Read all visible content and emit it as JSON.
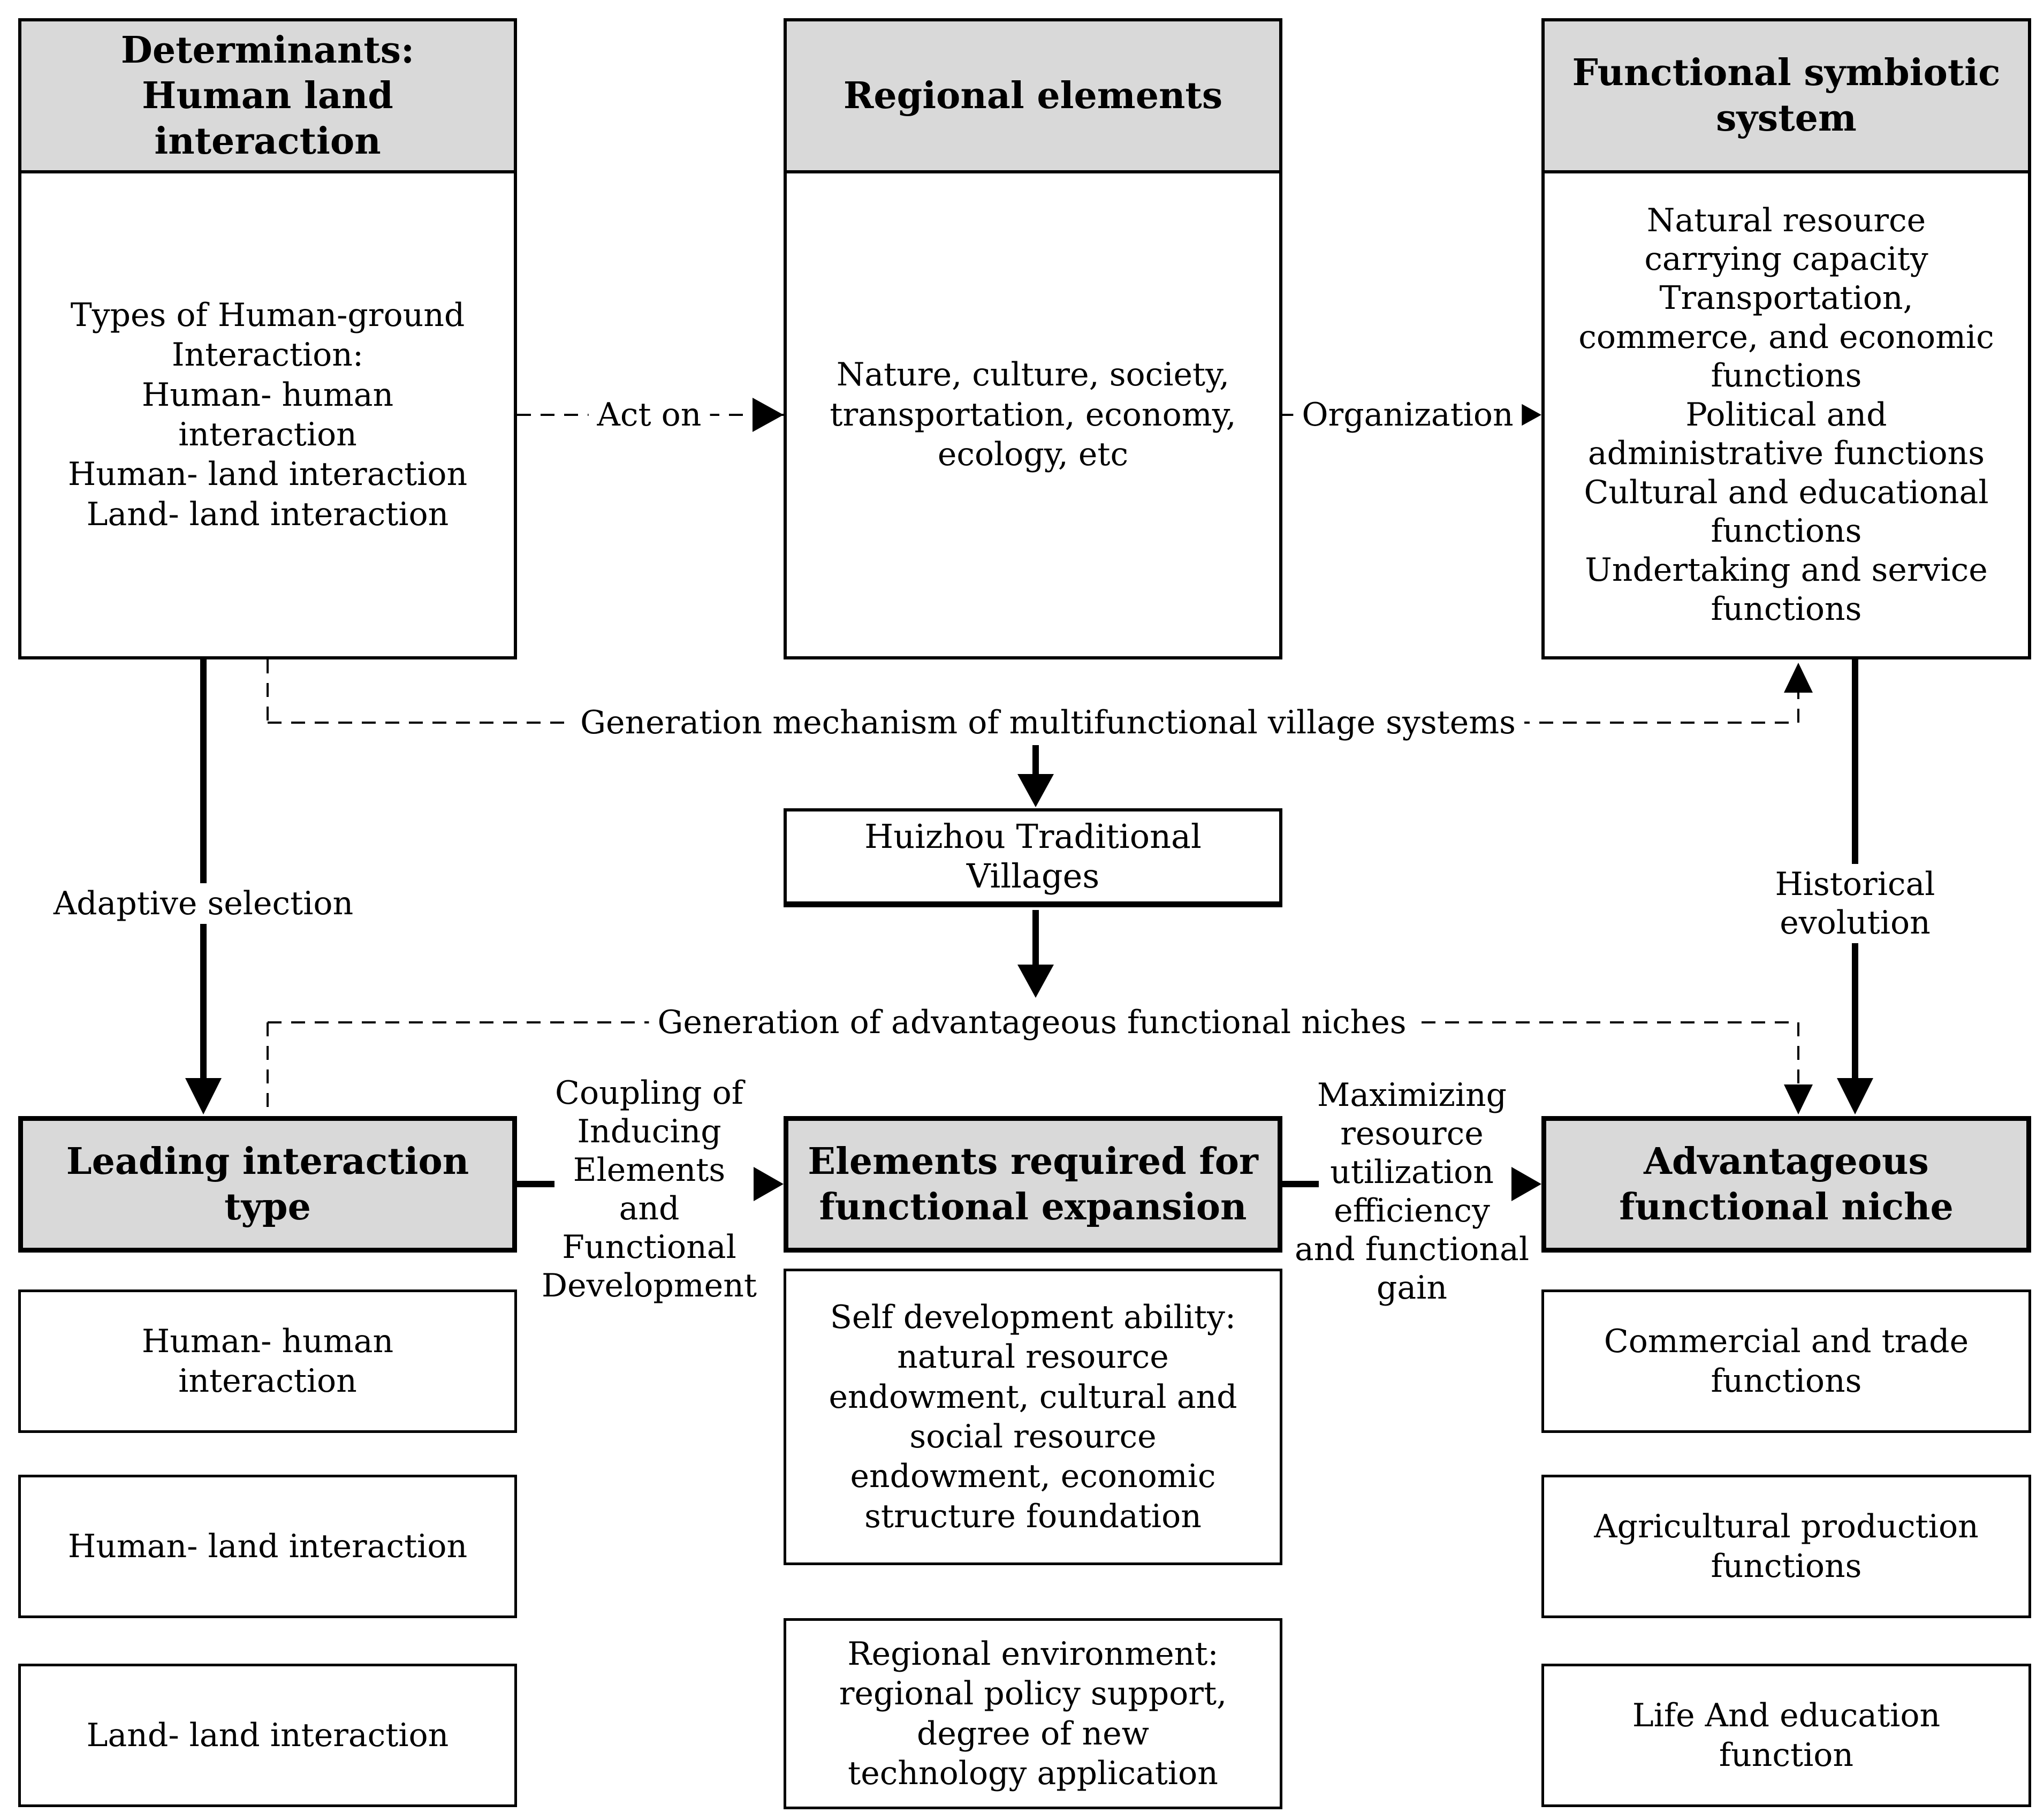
{
  "colors": {
    "header_fill": "#d9d9d9",
    "line": "#000000",
    "background": "#ffffff"
  },
  "top_row": {
    "determinants": {
      "header": [
        "Determinants:",
        "Human land",
        "interaction"
      ],
      "body": [
        "Types of Human-ground",
        "Interaction:",
        "Human- human",
        "interaction",
        "Human- land interaction",
        "Land- land interaction"
      ]
    },
    "regional": {
      "header": [
        "Regional elements"
      ],
      "body": [
        "Nature, culture, society,",
        "transportation, economy,",
        "ecology, etc"
      ]
    },
    "symbiotic": {
      "header": [
        "Functional symbiotic",
        "system"
      ],
      "body": [
        "Natural resource",
        "carrying capacity",
        "Transportation,",
        "commerce, and economic",
        "functions",
        "Political and",
        "administrative functions",
        "Cultural and educational",
        "functions",
        "Undertaking and service",
        "functions"
      ]
    }
  },
  "center": {
    "huizhou": [
      "Huizhou Traditional",
      "Villages"
    ]
  },
  "connectors": {
    "act_on": "Act on",
    "organization": "Organization",
    "generation_mechanism": "Generation mechanism of multifunctional village systems",
    "generation_niches": "Generation of advantageous functional niches",
    "adaptive_selection": "Adaptive selection",
    "historical_evolution": "Historical evolution",
    "coupling": [
      "Coupling of",
      "Inducing",
      "Elements",
      "and",
      "Functional",
      "Development"
    ],
    "maximizing": [
      "Maximizing",
      "resource",
      "utilization",
      "efficiency",
      "and functional",
      "gain"
    ]
  },
  "bottom_row": {
    "leading": {
      "header": [
        "Leading interaction",
        "type"
      ],
      "items": [
        [
          "Human- human",
          "interaction"
        ],
        [
          "Human- land interaction"
        ],
        [
          "Land- land interaction"
        ]
      ]
    },
    "elements": {
      "header": [
        "Elements required for",
        "functional expansion"
      ],
      "items": [
        [
          "Self development ability:",
          "natural resource",
          "endowment, cultural and",
          "social resource",
          "endowment, economic",
          "structure foundation"
        ],
        [
          "Regional environment:",
          "regional policy support,",
          "degree of new",
          "technology application"
        ]
      ]
    },
    "niche": {
      "header": [
        "Advantageous",
        "functional niche"
      ],
      "items": [
        [
          "Commercial and trade",
          "functions"
        ],
        [
          "Agricultural production",
          "functions"
        ],
        [
          "Life And education",
          "function"
        ]
      ]
    }
  }
}
